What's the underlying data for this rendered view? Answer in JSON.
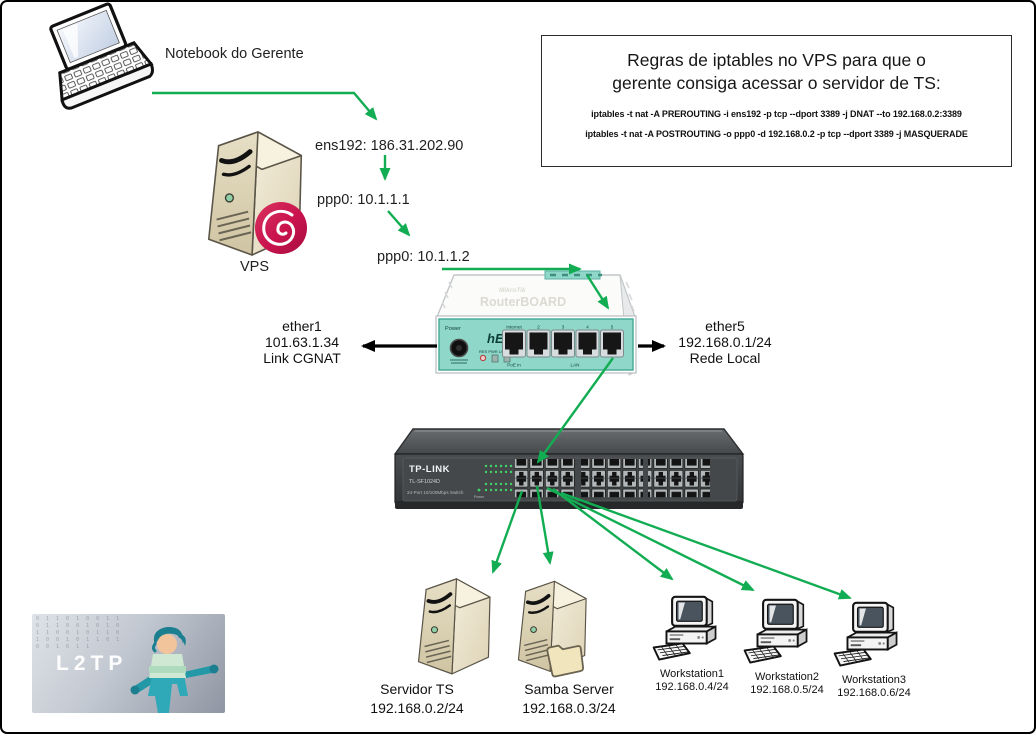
{
  "colors": {
    "arrow_green": "#12ad52",
    "arrow_black": "#000000",
    "router_teal": "#8ed7c9",
    "debian_red": "#c9134e",
    "switch_body": "#3c3f41",
    "tower_beige": "#ddd3b4",
    "l2tp_bg": "#a7aeb9"
  },
  "nodes": {
    "notebook_label": "Notebook do Gerente",
    "vps_label": "VPS",
    "ens192_label": "ens192: 186.31.202.90",
    "ppp0_vps_label": "ppp0: 10.1.1.1",
    "ppp0_router_label": "ppp0: 10.1.1.2"
  },
  "ether1": {
    "name": "ether1",
    "ip": "101.63.1.34",
    "desc": "Link CGNAT"
  },
  "ether5": {
    "name": "ether5",
    "ip": "192.168.0.1/24",
    "desc": "Rede Local"
  },
  "rules_box": {
    "title_line1": "Regras de iptables no VPS para que o",
    "title_line2": "gerente consiga acessar o servidor de TS:",
    "rule1": "iptables -t nat -A PREROUTING -i ens192 -p tcp --dport 3389 -j DNAT --to 192.168.0.2:3389",
    "rule2": "iptables -t nat -A POSTROUTING -o ppp0 -d 192.168.0.2 -p tcp --dport 3389 -j MASQUERADE"
  },
  "router": {
    "brand": "MikroTik",
    "board": "RouterBOARD",
    "model": "hEX",
    "power_label": "Power",
    "leds_label": "RES  PWR  USB",
    "port_labels": [
      "Internet",
      "2",
      "3",
      "4",
      "5"
    ],
    "poe_label": "PoE in",
    "lan_label": "LAN"
  },
  "switch": {
    "brand": "TP-LINK",
    "model": "TL-SF1024D",
    "desc": "24-Port 10/100Mbps Switch",
    "power_label": "Power"
  },
  "devices": [
    {
      "name": "Servidor TS",
      "ip": "192.168.0.2/24"
    },
    {
      "name": "Samba Server",
      "ip": "192.168.0.3/24"
    },
    {
      "name": "Workstation1",
      "ip": "192.168.0.4/24"
    },
    {
      "name": "Workstation2",
      "ip": "192.168.0.5/24"
    },
    {
      "name": "Workstation3",
      "ip": "192.168.0.6/24"
    }
  ],
  "l2tp": {
    "text": "L2TP",
    "code_texture": "0 1 1 0 1 0 0 1 1 0 1 1 0 0 1 0 1 0 1 1 0 0 1 0 1 1 0 1 0 0 1 0 1 1 0 1 0 0 1 0 1 1"
  }
}
